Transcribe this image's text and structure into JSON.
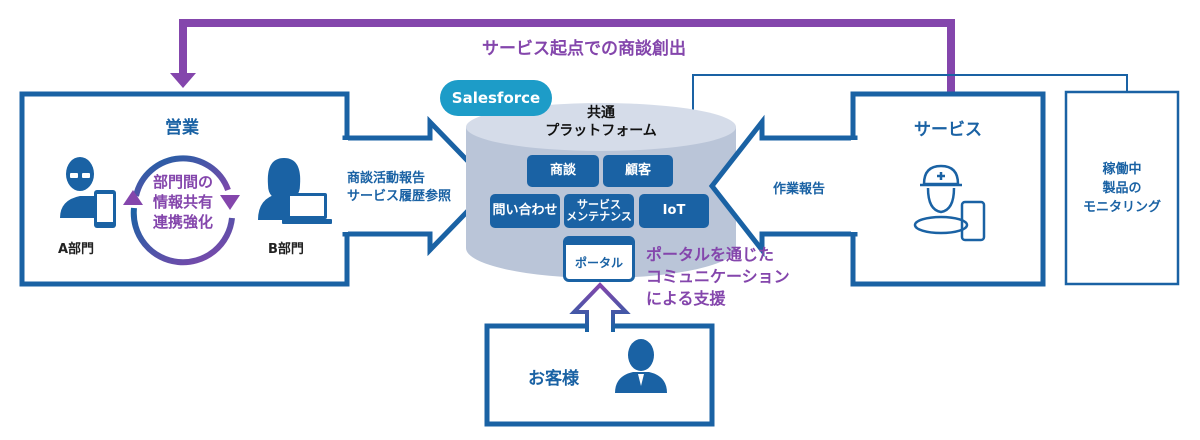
{
  "colors": {
    "primary_blue": "#1a62a4",
    "purple": "#8446ac",
    "salesforce_badge": "#1d9cc8",
    "platform_light": "#d5dce9",
    "platform_mid": "#bac5d8"
  },
  "top_flow": {
    "label": "サービス起点での商談創出"
  },
  "sales": {
    "title": "営業",
    "dept_a": "A部門",
    "dept_b": "B部門",
    "cycle_text": [
      "部門間の",
      "情報共有",
      "連携強化"
    ]
  },
  "sales_arrow": {
    "lines": [
      "商談活動報告",
      "サービス履歴参照"
    ]
  },
  "platform": {
    "badge": "Salesforce",
    "title_lines": [
      "共通",
      "プラットフォーム"
    ],
    "modules": {
      "deals": "商談",
      "customers": "顧客",
      "inquiries": "問い合わせ",
      "service_maintenance": [
        "サービス",
        "メンテナンス"
      ],
      "iot": "IoT"
    },
    "portal": "ポータル"
  },
  "portal_note": {
    "lines": [
      "ポータルを通じた",
      "コミュニケーション",
      "による支援"
    ]
  },
  "service": {
    "title": "サービス"
  },
  "service_arrow": {
    "label": "作業報告"
  },
  "monitoring": {
    "lines": [
      "稼働中",
      "製品の",
      "モニタリング"
    ]
  },
  "customer": {
    "title": "お客様"
  }
}
